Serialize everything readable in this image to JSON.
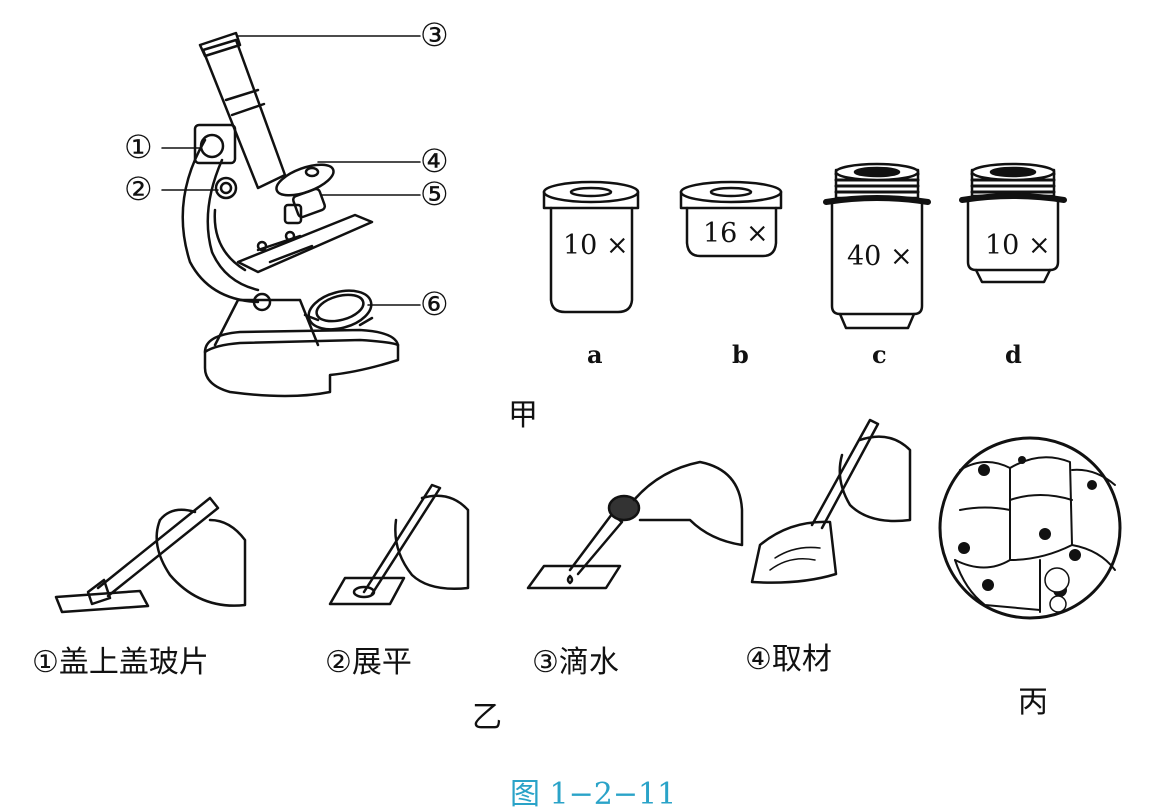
{
  "microscope": {
    "labels": [
      "①",
      "②",
      "③",
      "④",
      "⑤",
      "⑥"
    ]
  },
  "lenses": [
    {
      "letter": "a",
      "magnification": "10 ×"
    },
    {
      "letter": "b",
      "magnification": "16 ×"
    },
    {
      "letter": "c",
      "magnification": "40 ×"
    },
    {
      "letter": "d",
      "magnification": "10 ×"
    }
  ],
  "part_labels": {
    "jia": "甲",
    "yi": "乙",
    "bing": "丙"
  },
  "steps": [
    "①盖上盖玻片",
    "②展平",
    "③滴水",
    "④取材"
  ],
  "caption": "图 1−2−11"
}
